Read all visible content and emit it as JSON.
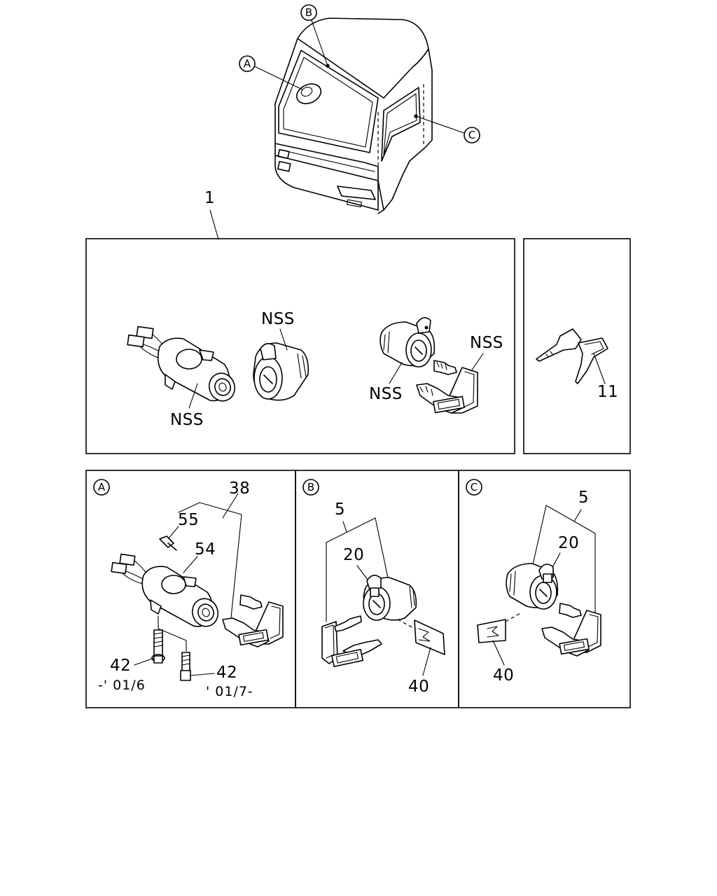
{
  "callouts": {
    "a": "A",
    "b": "B",
    "c": "C",
    "assembly": "1",
    "key": "11"
  },
  "top_panel": {
    "nss_ignition": "NSS",
    "nss_door_lock": "NSS",
    "nss_lock_set": "NSS",
    "nss_lock_key": "NSS"
  },
  "detail_a": {
    "label": "A",
    "part_38": "38",
    "part_55": "55",
    "part_54": "54",
    "part_42_left": "42",
    "part_42_right": "42",
    "date_left": "-' 01/6",
    "date_right": "' 01/7-"
  },
  "detail_b": {
    "label": "B",
    "part_5": "5",
    "part_20": "20",
    "part_40": "40"
  },
  "detail_c": {
    "label": "C",
    "part_5": "5",
    "part_20": "20",
    "part_40": "40"
  }
}
